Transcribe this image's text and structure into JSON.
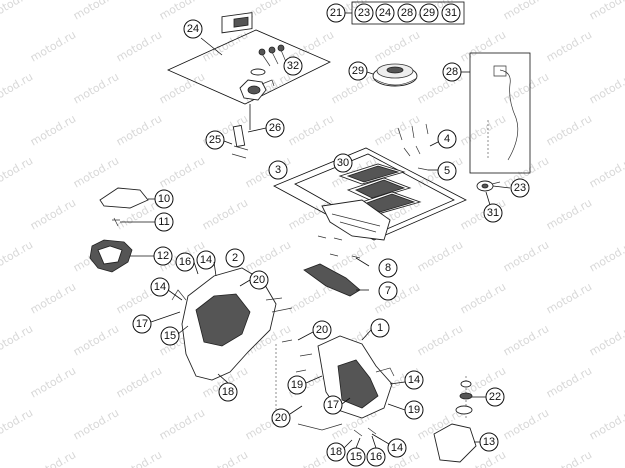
{
  "watermark": {
    "text": "motod.ru"
  },
  "legend": {
    "lead": "21",
    "items": [
      "23",
      "24",
      "28",
      "29",
      "31"
    ]
  },
  "callouts": {
    "c1": "1",
    "c2": "2",
    "c3": "3",
    "c4": "4",
    "c5": "5",
    "c7": "7",
    "c8": "8",
    "c10": "10",
    "c11": "11",
    "c12": "12",
    "c13": "13",
    "c14a": "14",
    "c14b": "14",
    "c14c": "14",
    "c14d": "14",
    "c15a": "15",
    "c15b": "15",
    "c16a": "16",
    "c16b": "16",
    "c17a": "17",
    "c17b": "17",
    "c18a": "18",
    "c18b": "18",
    "c19a": "19",
    "c19b": "19",
    "c20a": "20",
    "c20b": "20",
    "c20c": "20",
    "c22": "22",
    "c23": "23",
    "c24": "24",
    "c25": "25",
    "c26": "26",
    "c28": "28",
    "c29": "29",
    "c30": "30",
    "c31": "31",
    "c32": "32"
  }
}
